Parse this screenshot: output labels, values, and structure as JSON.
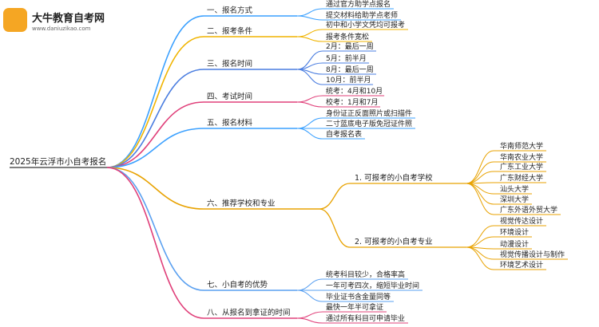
{
  "logo": {
    "title": "大牛教育自考网",
    "url": "www.daniuzikao.com",
    "badge_color": "#f5a623"
  },
  "root": "2025年云浮市小自考报名",
  "colors": {
    "text": "#222222",
    "branches": [
      "#3aa0ff",
      "#f0b400",
      "#4a7de0",
      "#e0407a",
      "#3aa0ff",
      "#e8a200",
      "#5aa0f0",
      "#e0407a"
    ]
  },
  "branches": [
    {
      "label": "一、报名方式",
      "children": [
        {
          "label": "通过官方助学点报名"
        },
        {
          "label": "提交材料给助学点老师"
        }
      ]
    },
    {
      "label": "二、报考条件",
      "children": [
        {
          "label": "初中和小学文凭均可报考"
        },
        {
          "label": "报考条件宽松"
        }
      ]
    },
    {
      "label": "三、报名时间",
      "children": [
        {
          "label": "2月：最后一周"
        },
        {
          "label": "5月：前半月"
        },
        {
          "label": "8月：最后一周"
        },
        {
          "label": "10月：前半月"
        }
      ]
    },
    {
      "label": "四、考试时间",
      "children": [
        {
          "label": "统考：4月和10月"
        },
        {
          "label": "校考：1月和7月"
        }
      ]
    },
    {
      "label": "五、报名材料",
      "children": [
        {
          "label": "身份证正反面照片或扫描件"
        },
        {
          "label": "二寸蓝底电子版免冠证件照"
        },
        {
          "label": "自考报名表"
        }
      ]
    },
    {
      "label": "六、推荐学校和专业",
      "children": [
        {
          "label": "1. 可报考的小自考学校",
          "children": [
            {
              "label": "华南师范大学"
            },
            {
              "label": "华南农业大学"
            },
            {
              "label": "广东工业大学"
            },
            {
              "label": "广东财经大学"
            },
            {
              "label": "汕头大学"
            },
            {
              "label": "深圳大学"
            },
            {
              "label": "广东外语外贸大学"
            }
          ]
        },
        {
          "label": "2. 可报考的小自考专业",
          "children": [
            {
              "label": "视觉传达设计"
            },
            {
              "label": "环境设计"
            },
            {
              "label": "动漫设计"
            },
            {
              "label": "视觉传播设计与制作"
            },
            {
              "label": "环境艺术设计"
            }
          ]
        }
      ]
    },
    {
      "label": "七、小自考的优势",
      "children": [
        {
          "label": "统考科目较少，合格率高"
        },
        {
          "label": "一年可考四次，缩短毕业时间"
        },
        {
          "label": "毕业证书含金量同等"
        }
      ]
    },
    {
      "label": "八、从报名到拿证的时间",
      "children": [
        {
          "label": "最快一年半可拿证"
        },
        {
          "label": "通过所有科目可申请毕业"
        }
      ]
    }
  ]
}
